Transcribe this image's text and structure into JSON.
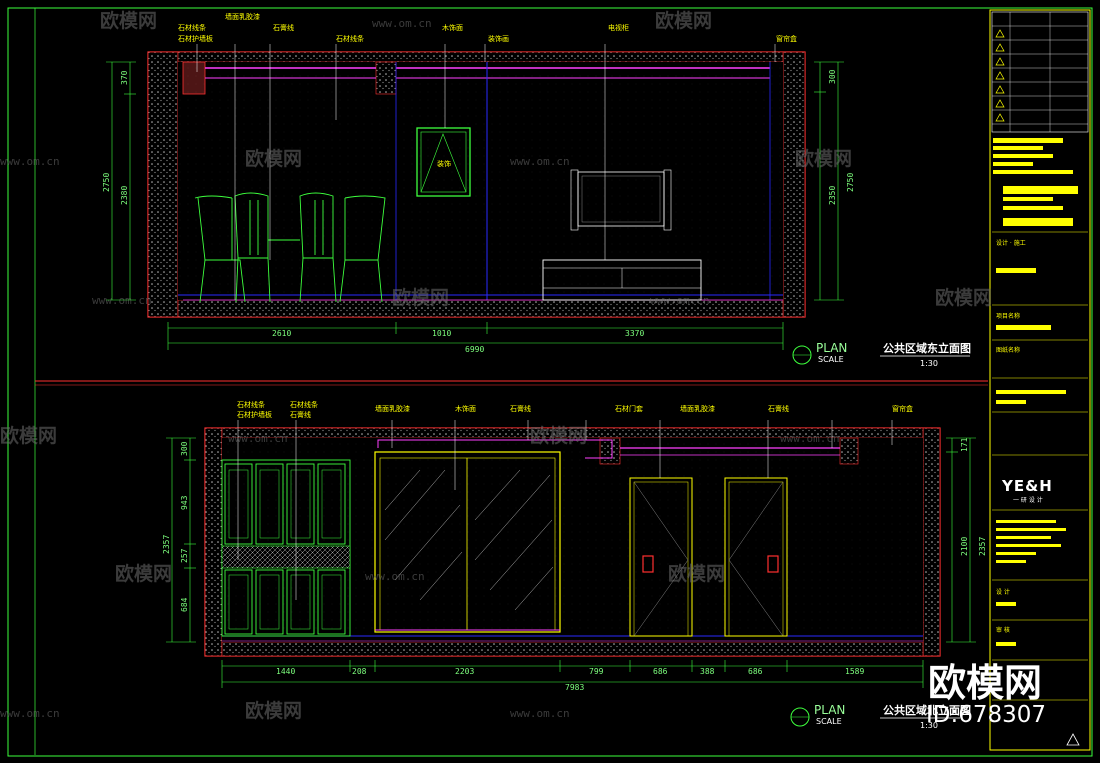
{
  "elevation1": {
    "title": "公共区域东立面图",
    "scale": "1:30",
    "plan_label": "PLAN",
    "scale_label": "SCALE",
    "notes": [
      "石材线条",
      "石材护墙板",
      "墙面乳胶漆",
      "石膏线",
      "石材线条",
      "木饰面",
      "装饰画",
      "电视柜",
      "窗帘盒"
    ],
    "dims_bottom": [
      "2610",
      "1010",
      "3370"
    ],
    "dim_total": "6990",
    "dims_left": [
      "370",
      "2380",
      "2750"
    ],
    "dims_right": [
      "300",
      "2350",
      "2750"
    ],
    "picture_tag": "装饰"
  },
  "elevation2": {
    "title": "公共区域北立面图",
    "scale": "1:30",
    "plan_label": "PLAN",
    "scale_label": "SCALE",
    "notes": [
      "石材线条",
      "石材护墙板",
      "石材线条",
      "石膏线",
      "墙面乳胶漆",
      "木饰面",
      "石膏线",
      "石材门套",
      "墙面乳胶漆",
      "石膏线",
      "窗帘盒"
    ],
    "dims_bottom": [
      "1440",
      "208",
      "2203",
      "799",
      "686",
      "388",
      "686",
      "1589"
    ],
    "dim_total": "7983",
    "dims_left": [
      "300",
      "943",
      "257",
      "684",
      "2357"
    ],
    "dims_right": [
      "171",
      "2100",
      "2357"
    ]
  },
  "title_block": {
    "logo": "YE&H",
    "logo_sub": "一 研 设 计",
    "lines": [
      "设计 · 施工",
      "项目名称",
      "设 计",
      "审 核",
      "图纸名称"
    ]
  },
  "watermark": {
    "brand": "欧模网",
    "site": "www.om.cn",
    "id": "ID:678307"
  },
  "colors": {
    "bg": "#000000",
    "wall": "#ff3030",
    "magenta": "#ff40ff",
    "green": "#3dff3d",
    "yellow": "#ffff00",
    "blue": "#2a2aff",
    "white": "#ffffff"
  }
}
